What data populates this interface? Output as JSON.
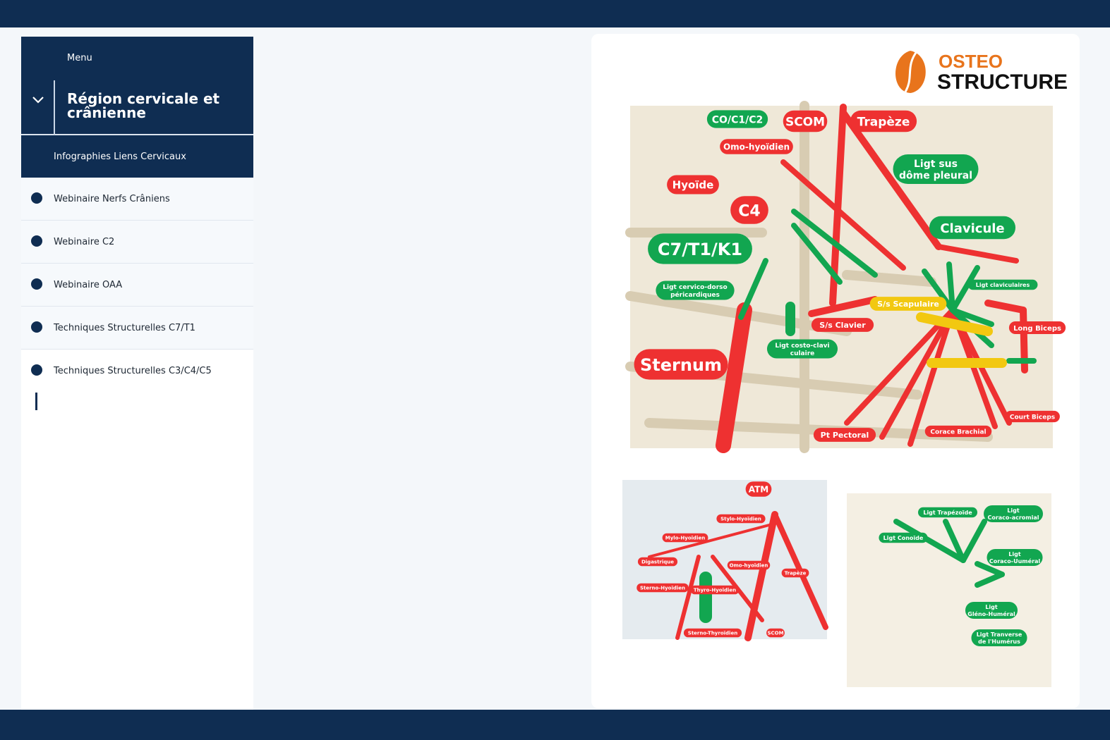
{
  "sidebar": {
    "menu_label": "Menu",
    "section_title": "Région cervicale et crânienne",
    "active_item": "Infographies Liens Cervicaux",
    "items": [
      {
        "label": "Webinaire Nerfs Crâniens"
      },
      {
        "label": "Webinaire C2"
      },
      {
        "label": "Webinaire OAA"
      },
      {
        "label": "Techniques Structurelles C7/T1"
      },
      {
        "label": "Techniques Structurelles C3/C4/C5"
      }
    ]
  },
  "logo": {
    "line1": "OSTEO",
    "line2": "STRUCTURE",
    "brand_color": "#e8741c"
  },
  "colors": {
    "navy": "#0f2d52",
    "red": "#ee3131",
    "green": "#12a650",
    "yellow": "#f2c811",
    "bone": "#e9dfca"
  },
  "infographic": {
    "main_labels": [
      "CO/C1/C2",
      "SCOM",
      "Trapèze",
      "Omo-hyoïdien",
      "Ligt sus dôme pleural",
      "Hyoïde",
      "C4",
      "Clavicule",
      "C7/T1/K1",
      "Ligt cervico-dorso péricardiques",
      "Ligt claviculaires",
      "S/s Scapulaire",
      "S/s Clavier",
      "Long Biceps",
      "Ligt costo-clavi culaire",
      "Sternum",
      "Court Biceps",
      "Corace Brachial",
      "Pt Pectoral"
    ],
    "neck_labels": [
      "ATM",
      "Stylo-Hyoïdien",
      "Mylo-Hyoïdien",
      "Digastrique",
      "Omo-hyoïdien",
      "Trapèze",
      "Sterno-Hyoïdien",
      "Thyro-Hyoïdien",
      "Sterno-Thyroïdien",
      "SCOM"
    ],
    "shoulder_labels": [
      "Ligt Trapézoïde",
      "Ligt Coraco-acromial",
      "Ligt Conoïde",
      "Ligt Coraco-Uuméral",
      "Ligt Gléno-Huméral",
      "Ligt Tranverse de l'Humérus"
    ]
  }
}
